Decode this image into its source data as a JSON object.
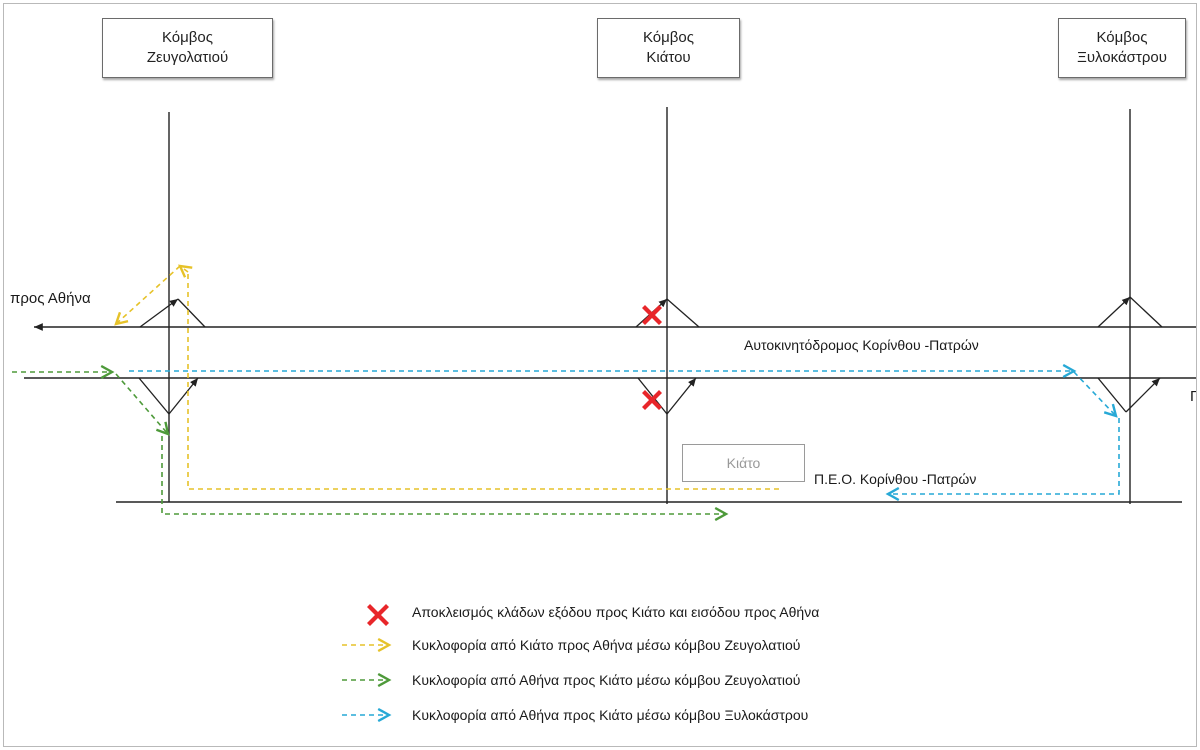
{
  "nodes": [
    {
      "line1": "Κόμβος",
      "line2": "Ζευγολατιού"
    },
    {
      "line1": "Κόμβος",
      "line2": "Κιάτου"
    },
    {
      "line1": "Κόμβος",
      "line2": "Ξυλοκάστρου"
    }
  ],
  "labels": {
    "pros_athina": "προς Αθήνα",
    "motorway": "Αυτοκινητόδρομος Κορίνθου -Πατρών",
    "old_road": "Π.Ε.Ο. Κορίνθου -Πατρών",
    "kiato": "Κιάτο",
    "cut_right": "Π"
  },
  "legend": [
    {
      "text": "Αποκλεισμός κλάδων εξόδου προς Κιάτο και εισόδου προς Αθήνα",
      "symbol": "red-cross-icon",
      "color": "#e8262a"
    },
    {
      "text": "Κυκλοφορία από Κιάτο προς Αθήνα μέσω κόμβου Ζευγολατιού",
      "symbol": "dashed-arrow",
      "color": "#e6c229"
    },
    {
      "text": "Κυκλοφορία από Αθήνα προς Κιάτο μέσω κόμβου Ζευγολατιού",
      "symbol": "dashed-arrow",
      "color": "#4e9a3a"
    },
    {
      "text": "Κυκλοφορία από Αθήνα προς Κιάτο μέσω κόμβου Ξυλοκάστρου",
      "symbol": "dashed-arrow",
      "color": "#27a9d6"
    }
  ],
  "colors": {
    "road": "#222222",
    "yellow": "#e6c229",
    "green": "#4e9a3a",
    "cyan": "#27a9d6",
    "red": "#e8262a"
  }
}
